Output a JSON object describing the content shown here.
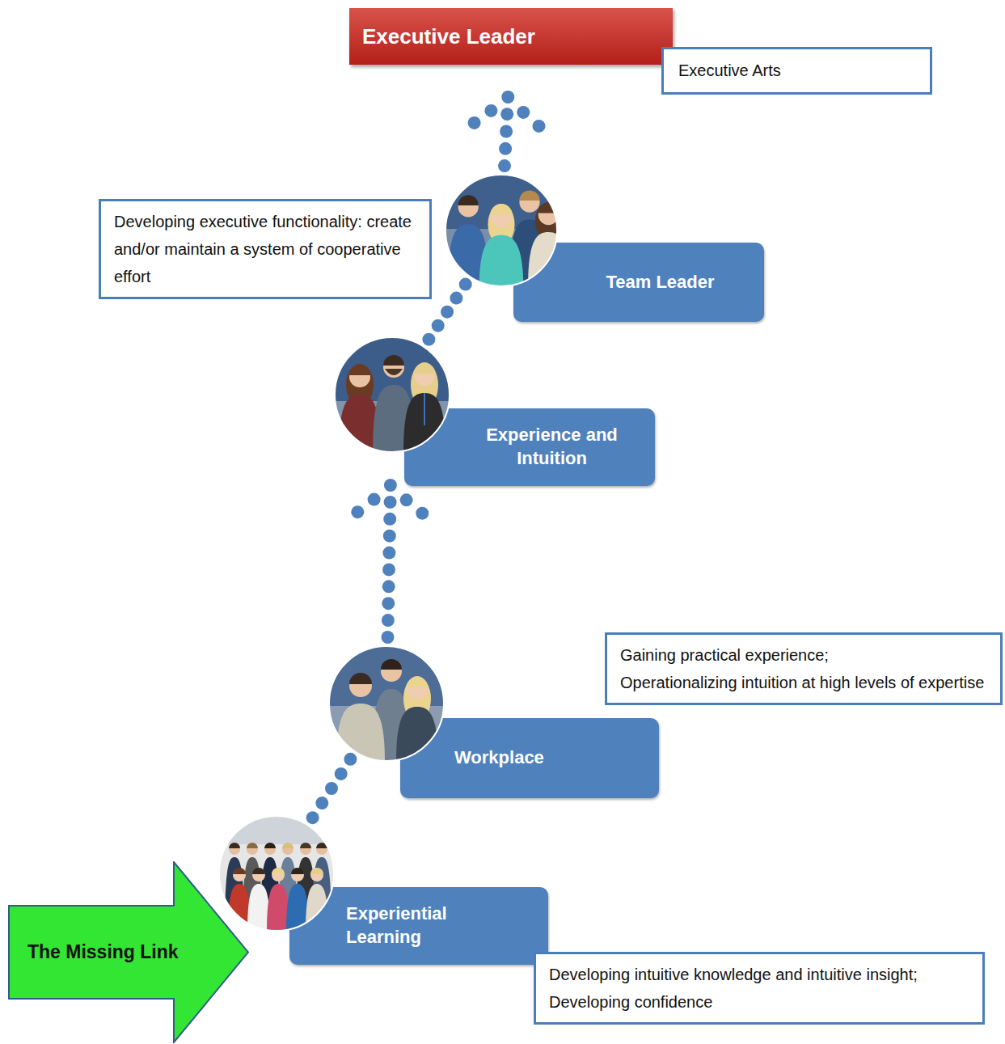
{
  "diagram": {
    "nodes": [
      {
        "text": [
          "Executive Leader"
        ]
      },
      {
        "text": [
          "Executive Arts"
        ]
      },
      {
        "text": [
          "Developing executive functionality: create and/or maintain a system of cooperative effort"
        ]
      },
      {
        "text": [
          "Team Leader"
        ]
      },
      {
        "text": [
          "Experience and Intuition"
        ]
      },
      {
        "text": [
          "Gaining practical experience;",
          "Operationalizing intuition at high levels of expertise"
        ]
      },
      {
        "text": [
          "Workplace"
        ]
      },
      {
        "text": [
          "Experiential Learning"
        ]
      },
      {
        "text": [
          "The Missing Link"
        ]
      },
      {
        "text": [
          "Developing intuitive knowledge and intuitive insight;",
          "Developing confidence"
        ]
      }
    ],
    "edges": [
      {
        "from": 7,
        "to": 6,
        "arrow": "none"
      },
      {
        "from": 6,
        "to": 4,
        "arrow": "to"
      },
      {
        "from": 4,
        "to": 3,
        "arrow": "none"
      },
      {
        "from": 3,
        "to": 0,
        "arrow": "to"
      }
    ]
  }
}
